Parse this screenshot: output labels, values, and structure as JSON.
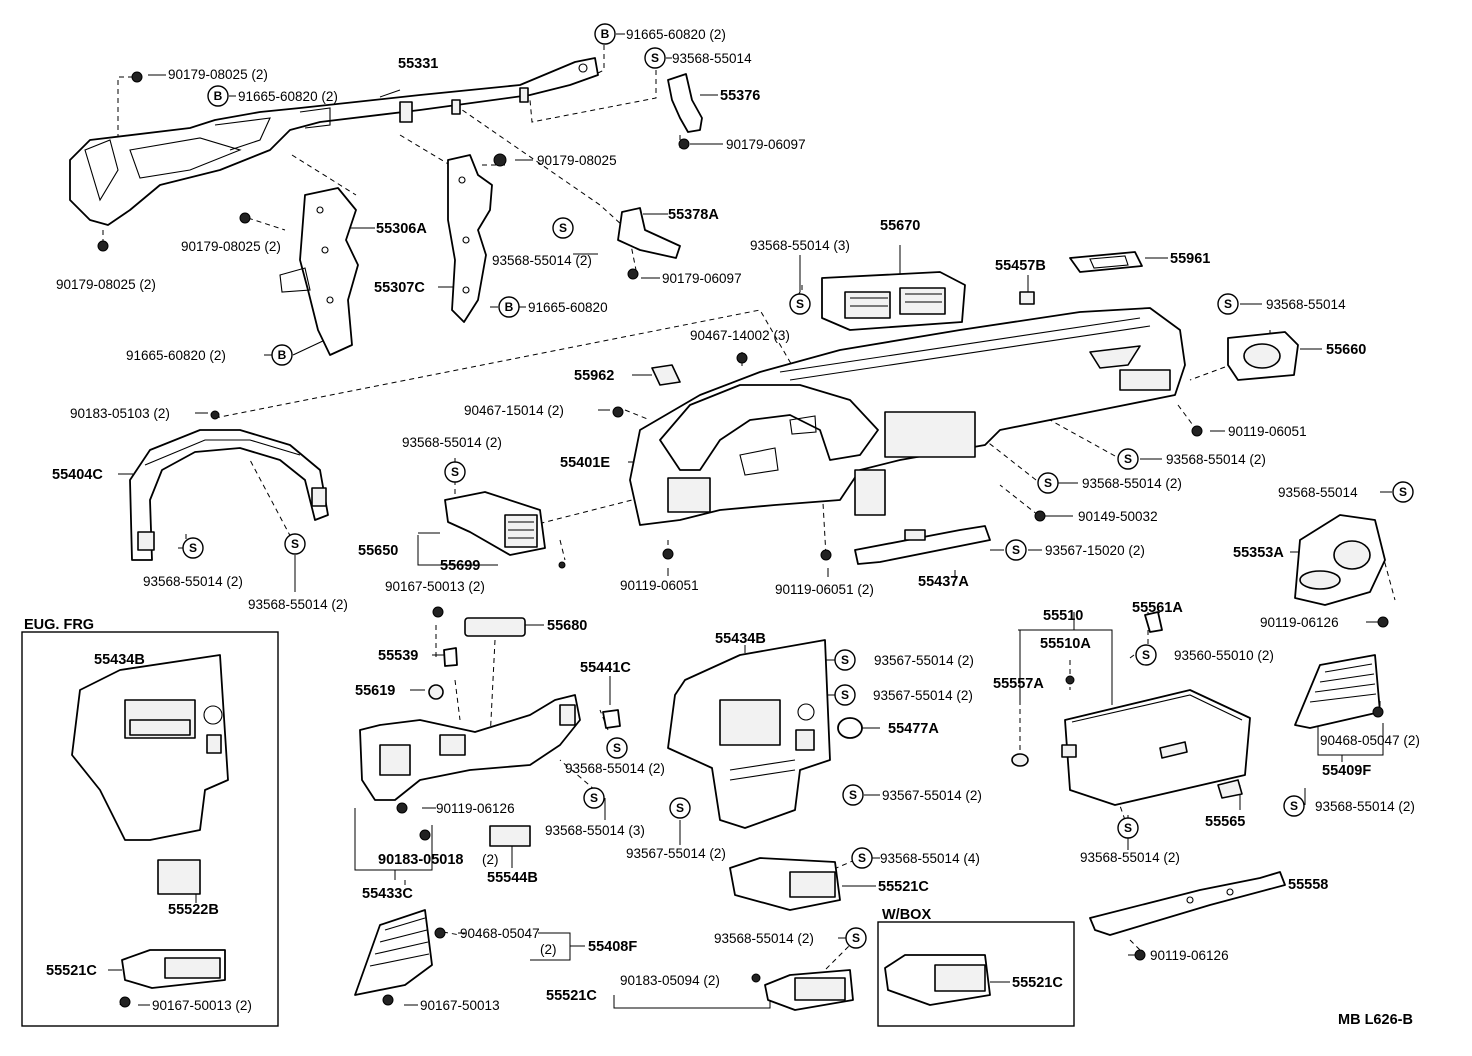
{
  "diagram_code": "MB L626-B",
  "frames": {
    "eug_frg": "EUG. FRG",
    "w_box": "W/BOX"
  },
  "badges": {
    "b": "B",
    "s": "S"
  },
  "labels": {
    "p55331": "55331",
    "p91665_60820_2_top": "91665-60820 (2)",
    "p93568_55014_top": "93568-55014",
    "p55376": "55376",
    "p90179_06097_a": "90179-06097",
    "p90179_08025_2_a": "90179-08025 (2)",
    "p91665_60820_2_b": "91665-60820 (2)",
    "p90179_08025_b": "90179-08025",
    "p55378A": "55378A",
    "p90179_08025_2_c": "90179-08025 (2)",
    "p55306A": "55306A",
    "p93568_55014_2_a": "93568-55014 (2)",
    "p90179_06097_b": "90179-06097",
    "p90179_08025_2_d": "90179-08025 (2)",
    "p55307C": "55307C",
    "p91665_60820_c": "91665-60820",
    "p91665_60820_2_d": "91665-60820 (2)",
    "p93568_55014_3_a": "93568-55014 (3)",
    "p55670": "55670",
    "p55457B": "55457B",
    "p55961": "55961",
    "p93568_55014_b": "93568-55014",
    "p55660": "55660",
    "p90467_14002_3": "90467-14002 (3)",
    "p55962": "55962",
    "p90183_05103_2": "90183-05103 (2)",
    "p90467_15014_2": "90467-15014 (2)",
    "p90119_06051_a": "90119-06051",
    "p93568_55014_2_b": "93568-55014 (2)",
    "p55401E": "55401E",
    "p55404C": "55404C",
    "p93568_55014_2_c": "93568-55014 (2)",
    "p93568_55014_2_d": "93568-55014 (2)",
    "p93568_55014_right": "93568-55014",
    "p90149_50032": "90149-50032",
    "p55353A": "55353A",
    "p55650": "55650",
    "p55699": "55699",
    "p93567_15020_2": "93567-15020 (2)",
    "p93568_55014_2_e": "93568-55014 (2)",
    "p93568_55014_2_f": "93568-55014 (2)",
    "p90119_06051_b": "90119-06051",
    "p90119_06051_2": "90119-06051 (2)",
    "p55437A": "55437A",
    "p55561A": "55561A",
    "p90167_50013_2_a": "90167-50013 (2)",
    "p55510": "55510",
    "p90119_06126_a": "90119-06126",
    "p55680": "55680",
    "p55510A": "55510A",
    "p55434B_a": "55434B",
    "p93567_55014_2_a": "93567-55014 (2)",
    "p93560_55010_2": "93560-55010 (2)",
    "p55539": "55539",
    "p55441C": "55441C",
    "p55434B_b": "55434B",
    "p93567_55014_2_b": "93567-55014 (2)",
    "p55557A": "55557A",
    "p55619": "55619",
    "p55477A": "55477A",
    "p90468_05047_2_a": "90468-05047 (2)",
    "p55409F": "55409F",
    "p93568_55014_2_g": "93568-55014 (2)",
    "p90119_06126_b": "90119-06126",
    "p93567_55014_2_c": "93567-55014 (2)",
    "p93568_55014_3_b": "93568-55014 (3)",
    "p93568_55014_2_h": "93568-55014 (2)",
    "p55565": "55565",
    "p90183_05018": "90183-05018",
    "p2_a": "(2)",
    "p55544B": "55544B",
    "p93567_55014_2_d": "93567-55014 (2)",
    "p93568_55014_4": "93568-55014 (4)",
    "p93568_55014_2_i": "93568-55014 (2)",
    "p55433C": "55433C",
    "p55522B": "55522B",
    "p55521C_a": "55521C",
    "p55558": "55558",
    "p90468_05047": "90468-05047",
    "p2_b": "(2)",
    "p55408F": "55408F",
    "p93568_55014_2_j": "93568-55014 (2)",
    "p55521C_b": "55521C",
    "p55521C_c": "55521C",
    "p90119_06126_c": "90119-06126",
    "p90183_05094_2": "90183-05094 (2)",
    "p55521C_d": "55521C",
    "p90167_50013_2_b": "90167-50013 (2)",
    "p90167_50013": "90167-50013"
  }
}
